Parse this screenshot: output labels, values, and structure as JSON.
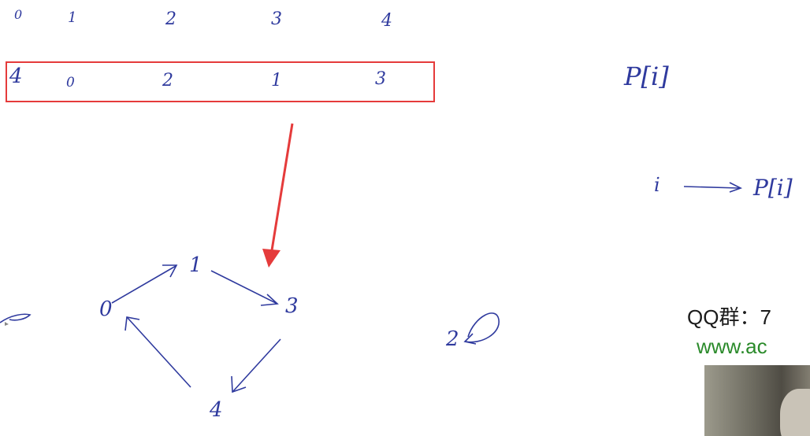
{
  "index_row": [
    "0",
    "1",
    "2",
    "3",
    "4"
  ],
  "value_row": [
    "4",
    "0",
    "2",
    "1",
    "3"
  ],
  "graph": {
    "nodes": [
      "0",
      "1",
      "3",
      "4"
    ],
    "extra_node": "2"
  },
  "notes": {
    "p_of_i": "P[i]",
    "map_from": "i",
    "map_to": "P[i]"
  },
  "watermark": {
    "qq": "QQ群：7",
    "site": "www.ac"
  },
  "colors": {
    "ink": "#2f3a9e",
    "highlight": "#e53b3b",
    "site_text": "#2a8a2a"
  }
}
